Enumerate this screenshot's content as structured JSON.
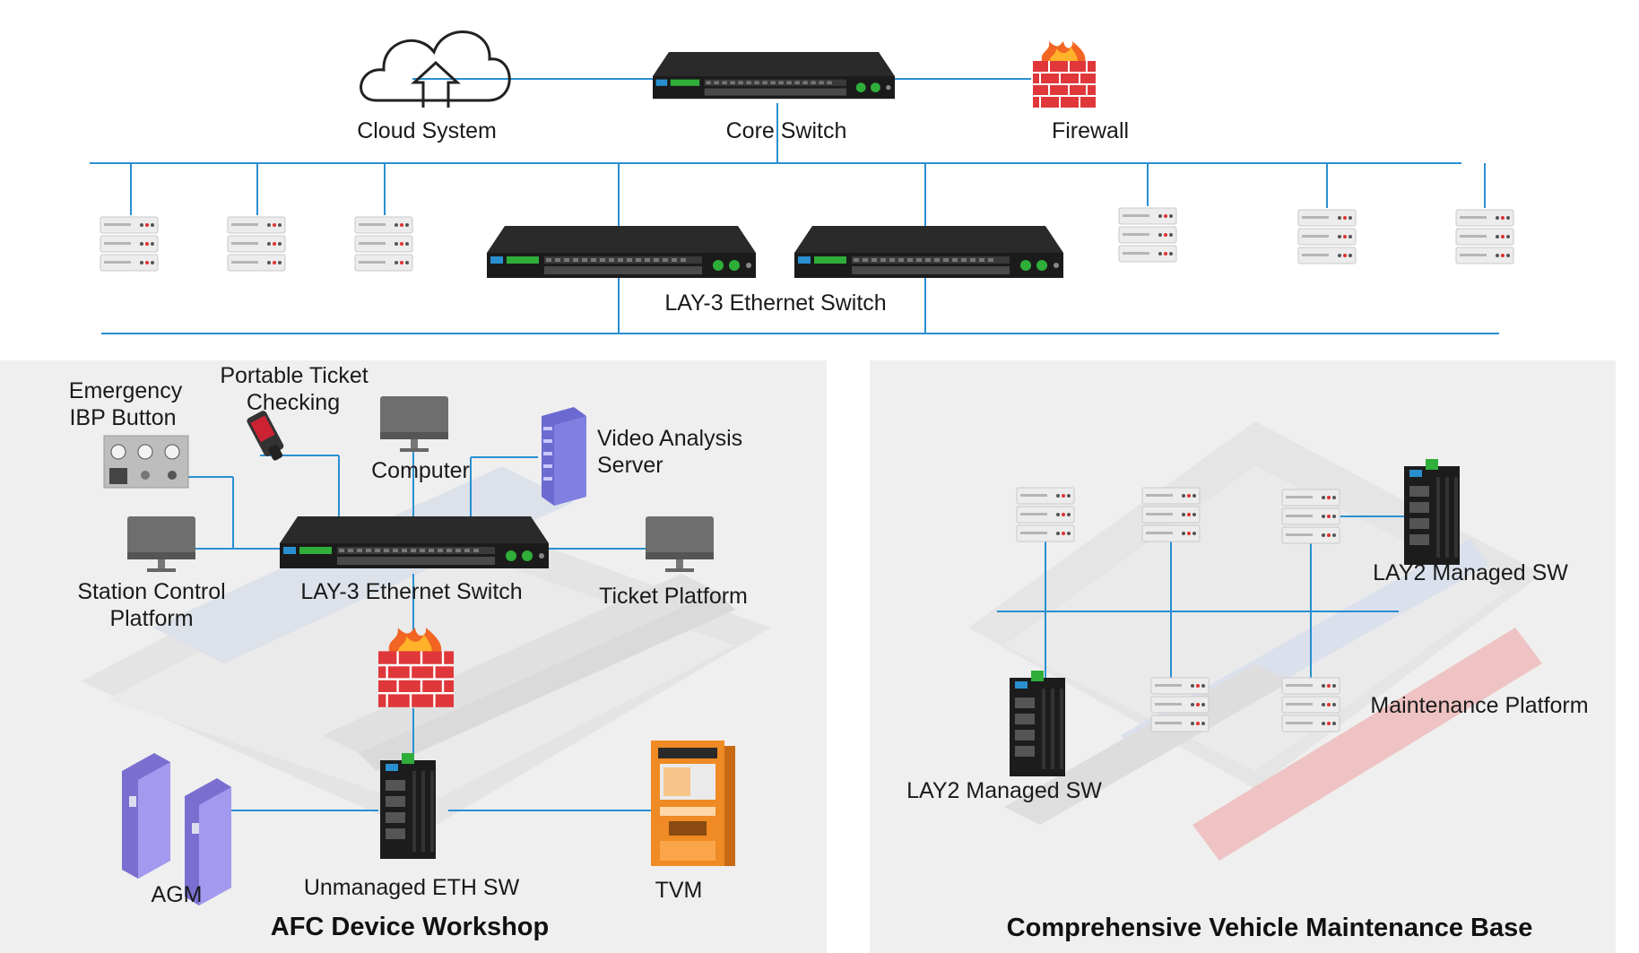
{
  "labels": {
    "cloud_system": "Cloud System",
    "core_switch": "Core Switch",
    "firewall": "Firewall",
    "lay3_top": "LAY-3 Ethernet Switch",
    "emergency_line1": "Emergency",
    "emergency_line2": "IBP Button",
    "portable_line1": "Portable Ticket",
    "portable_line2": "Checking",
    "computer": "Computer",
    "video_line1": "Video Analysis",
    "video_line2": "Server",
    "station_line1": "Station Control",
    "station_line2": "Platform",
    "lay3_afc": "LAY-3 Ethernet Switch",
    "ticket_platform": "Ticket Platform",
    "agm": "AGM",
    "unmanaged": "Unmanaged ETH SW",
    "tvm": "TVM",
    "lay2_top": "LAY2 Managed SW",
    "maintenance_platform": "Maintenance Platform",
    "lay2_bottom": "LAY2 Managed SW"
  },
  "titles": {
    "afc": "AFC Device Workshop",
    "maintenance_base": "Comprehensive Vehicle Maintenance Base"
  },
  "colors": {
    "wire": "#2a8fd0",
    "panel_bg": "#efefef",
    "switch_body": "#1e1e1e",
    "firewall_brick": "#e0383a",
    "flame": "#f26522",
    "server_rack": "#e8e8e8",
    "tvm_orange": "#f08a24",
    "agm_purple": "#8f86d6"
  }
}
